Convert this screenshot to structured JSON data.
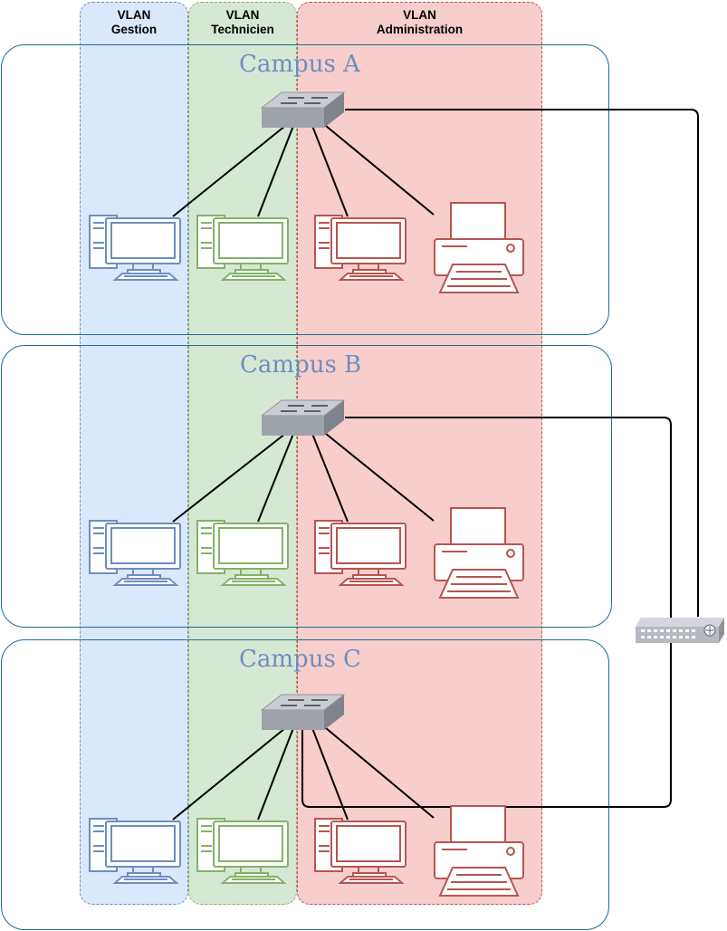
{
  "vlans": {
    "gestion": {
      "line1": "VLAN",
      "line2": "Gestion",
      "fill": "#dae8fc",
      "stroke": "#6c8ebf"
    },
    "technicien": {
      "line1": "VLAN",
      "line2": "Technicien",
      "fill": "#d5e8d4",
      "stroke": "#82b366"
    },
    "administration": {
      "line1": "VLAN",
      "line2": "Administration",
      "fill": "#f8cecc",
      "stroke": "#b85450"
    }
  },
  "campuses": [
    {
      "title": "Campus A"
    },
    {
      "title": "Campus B"
    },
    {
      "title": "Campus C"
    }
  ],
  "colors": {
    "campus_border": "#1a6e95",
    "campus_title": "#6c8ebf",
    "link": "#000000",
    "switch": "#a9adb5"
  },
  "icons": [
    "switch-icon",
    "computer-icon",
    "printer-icon",
    "router-icon"
  ]
}
